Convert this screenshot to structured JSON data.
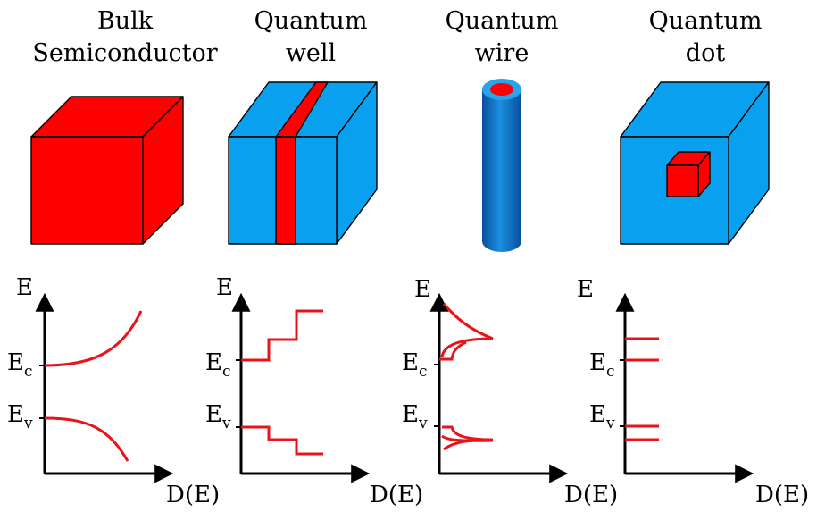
{
  "panels": [
    {
      "title_line1": "Bulk",
      "title_line2": "Semiconductor"
    },
    {
      "title_line1": "Quantum",
      "title_line2": "well"
    },
    {
      "title_line1": "Quantum",
      "title_line2": "wire"
    },
    {
      "title_line1": "Quantum",
      "title_line2": "dot"
    }
  ],
  "axes": {
    "energy_label": "E",
    "dos_label": "D(E)",
    "conduction_main": "E",
    "conduction_sub": "c",
    "valence_main": "E",
    "valence_sub": "v"
  },
  "colors": {
    "semiconductor": "#ff0000",
    "barrier": "#0aa0f0",
    "outline": "#000000",
    "curve": "#e8141c"
  }
}
